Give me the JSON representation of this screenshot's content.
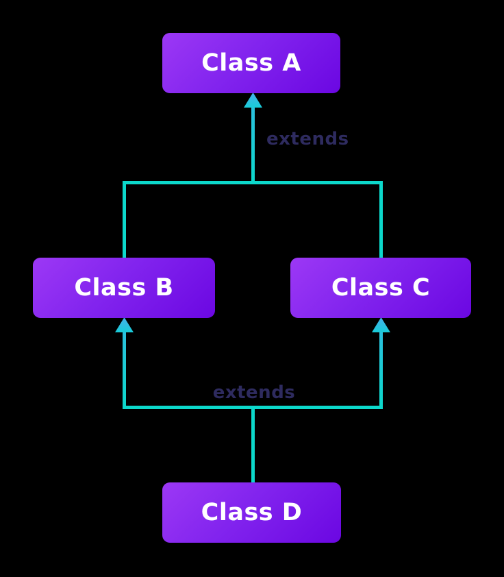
{
  "diagram": {
    "type": "class-inheritance",
    "background_color": "#000000",
    "nodes": [
      {
        "id": "class-a",
        "label": "Class A"
      },
      {
        "id": "class-b",
        "label": "Class B"
      },
      {
        "id": "class-c",
        "label": "Class C"
      },
      {
        "id": "class-d",
        "label": "Class D"
      }
    ],
    "edges": [
      {
        "from": "Class B",
        "to": "Class A",
        "label": "extends"
      },
      {
        "from": "Class C",
        "to": "Class A",
        "label": "extends"
      },
      {
        "from": "Class D",
        "to": "Class B",
        "label": "extends"
      },
      {
        "from": "Class D",
        "to": "Class C",
        "label": "extends"
      }
    ],
    "edge_labels": {
      "top": "extends",
      "bottom": "extends"
    },
    "colors": {
      "node_gradient_top": "#9c38f5",
      "node_gradient_bottom": "#6b07e2",
      "connector_teal": "#0cd8cb",
      "arrowhead_cyan": "#45b0ea",
      "edge_label_text": "#2e2b5f",
      "node_label_text": "#ffffff"
    }
  }
}
